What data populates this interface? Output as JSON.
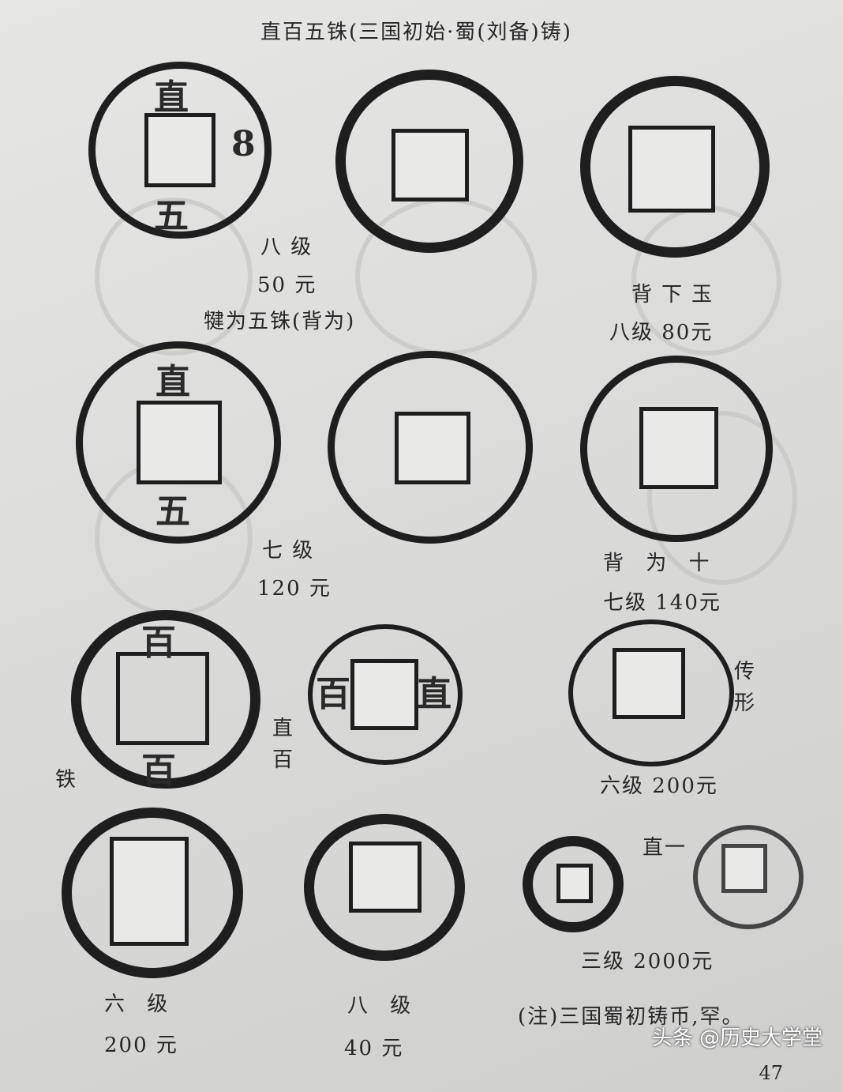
{
  "header": {
    "title": "直百五铢(三国初始·蜀(刘备)铸)"
  },
  "coins": [
    {
      "id": "c1",
      "chars": {
        "top": "直",
        "right": "8",
        "bottom": "五"
      },
      "caption": {
        "grade": "八 级",
        "price": "50 元"
      }
    },
    {
      "id": "c2",
      "caption": {
        "label": ""
      }
    },
    {
      "id": "c3",
      "caption": {
        "label": "背下玉",
        "grade_price": "八级 80元"
      }
    },
    {
      "id": "c4",
      "chars": {
        "top": "直",
        "bottom": "五"
      },
      "caption": {
        "grade": "七 级",
        "price": "120 元"
      }
    },
    {
      "id": "c5"
    },
    {
      "id": "c6",
      "caption": {
        "label": "背 为 十",
        "grade_price": "七级 140元"
      }
    },
    {
      "id": "c7",
      "chars": {
        "top": "百",
        "bottom": "百"
      }
    },
    {
      "id": "c8",
      "chars": {
        "left": "百",
        "right": "直"
      }
    },
    {
      "id": "c9",
      "caption": {
        "grade_price": "六级 200元"
      }
    },
    {
      "id": "c10",
      "caption": {
        "grade": "六 级",
        "price": "200 元"
      }
    },
    {
      "id": "c11",
      "caption": {
        "grade": "八 级",
        "price": "40 元"
      }
    },
    {
      "id": "c12",
      "caption": {
        "grade_price": "三级 2000元"
      }
    }
  ],
  "labels": {
    "jianwei": "犍为五铢(背为)",
    "zhibai_vertical": "直百",
    "tie": "铁",
    "chuanxing": "传形",
    "zhiyi": "直一",
    "note": "(注)三国蜀初铸币,罕。"
  },
  "page_number": "47",
  "watermark": "头条 @历史大学堂"
}
